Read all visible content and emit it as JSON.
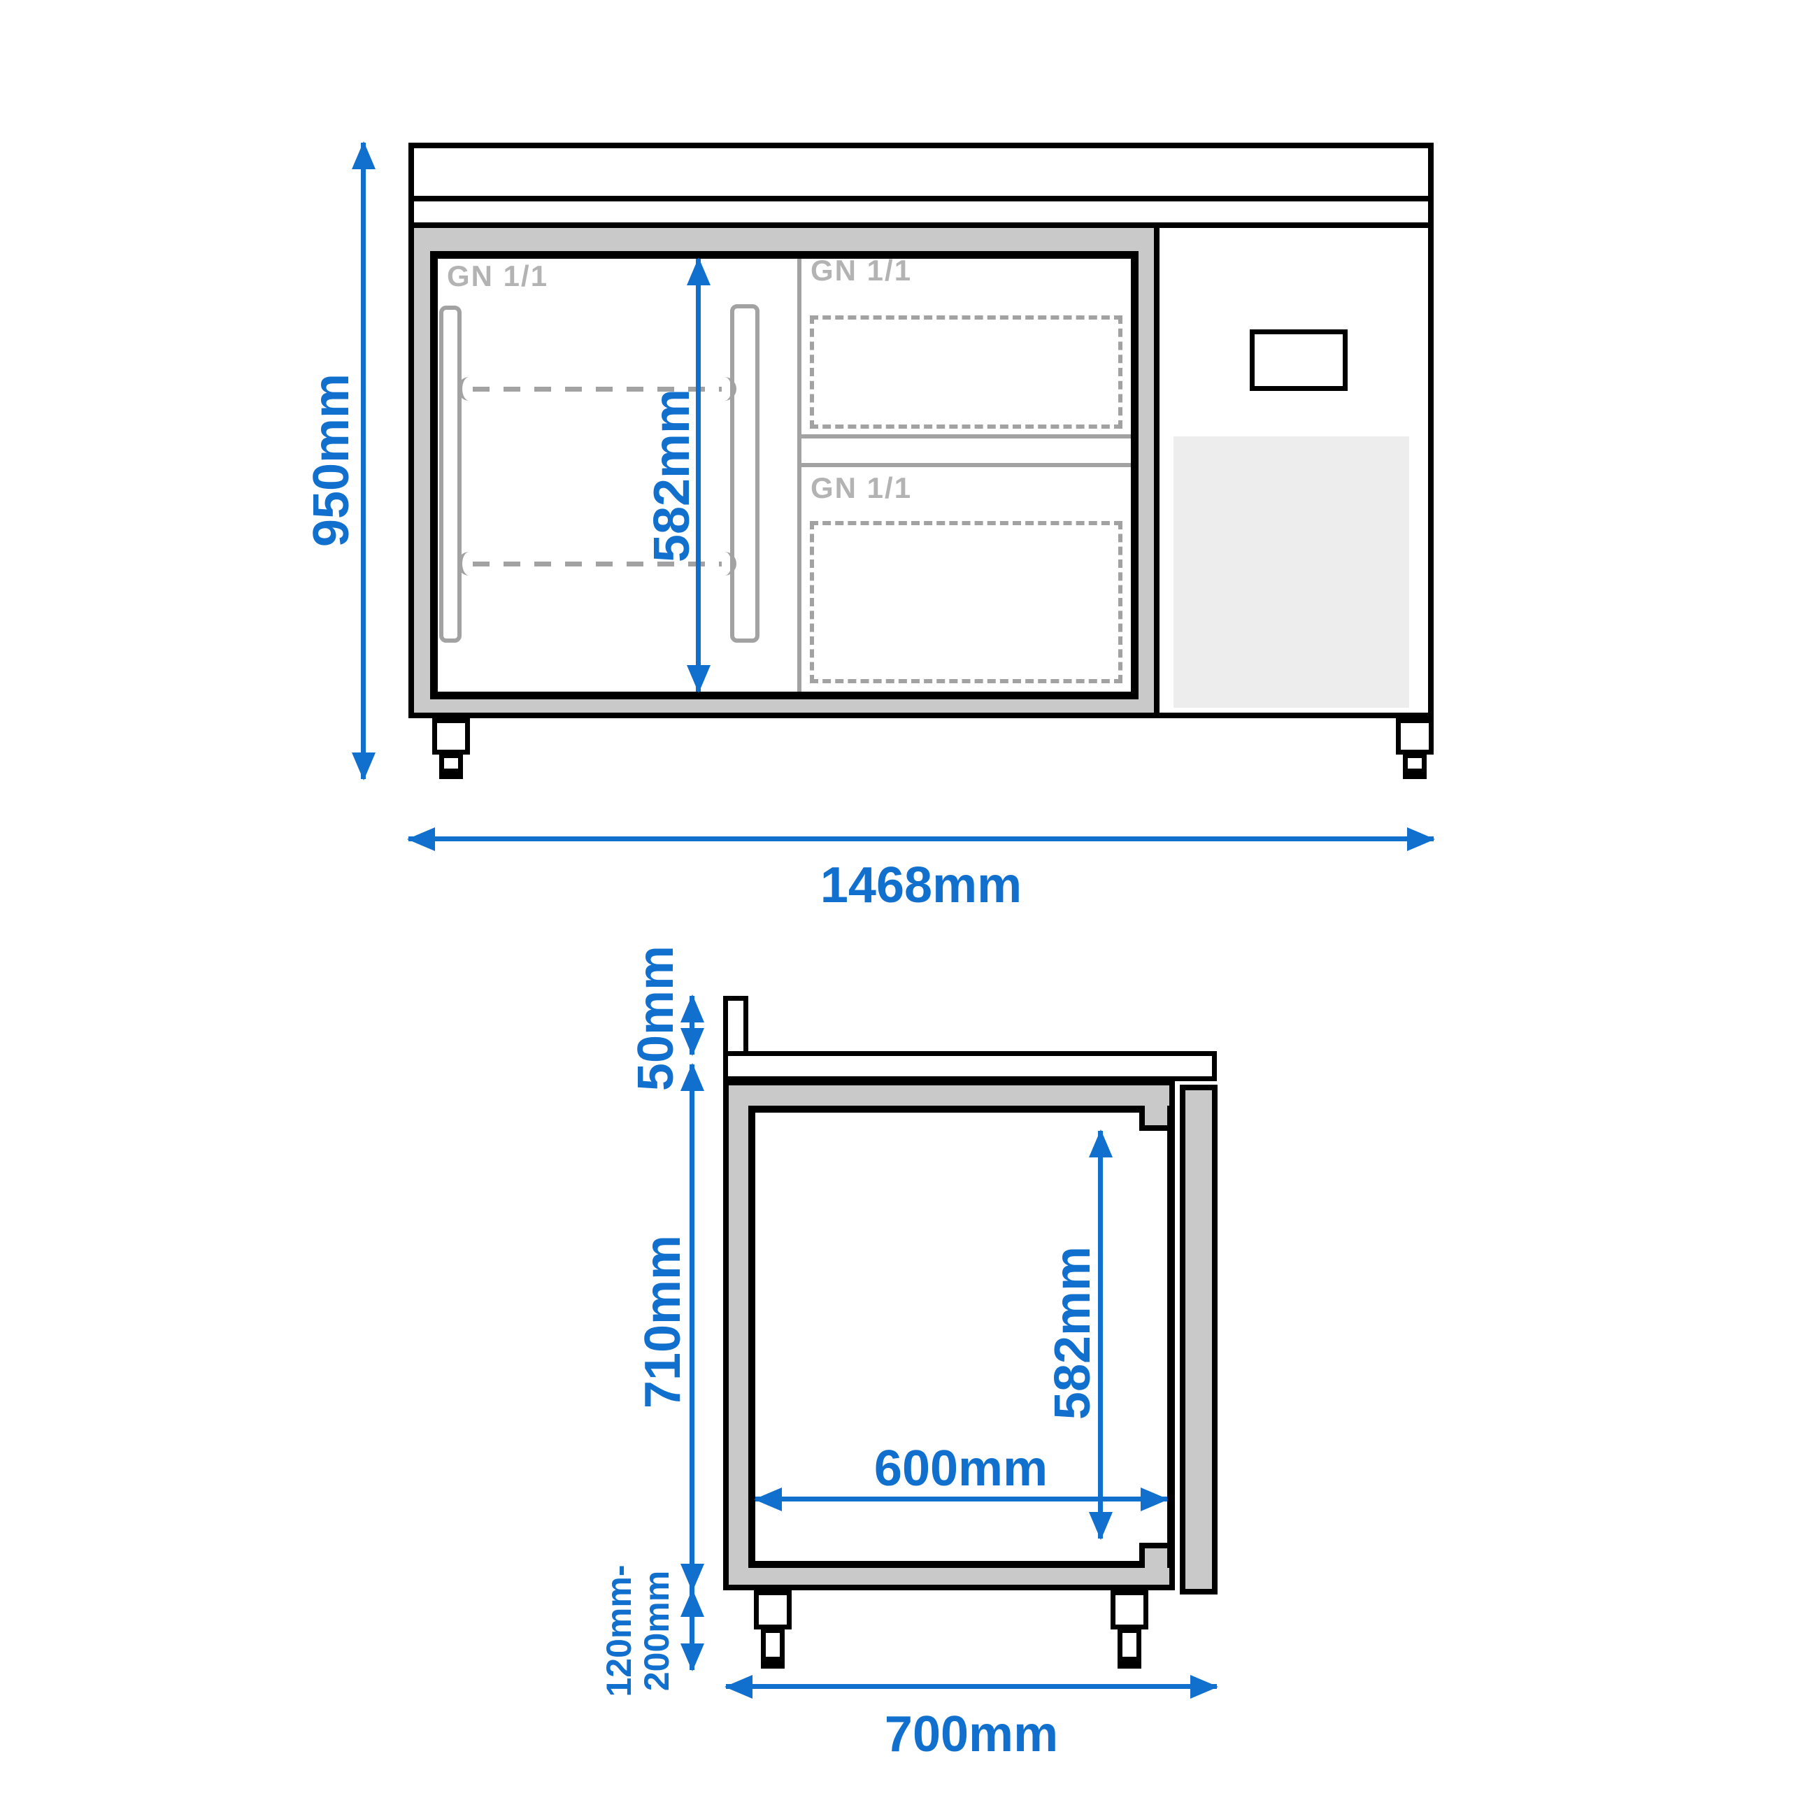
{
  "drawing": {
    "type": "technical-dimension-drawing",
    "subject": "refrigerated counter, front and side elevation"
  },
  "colors": {
    "dimension_blue": "#1170cd",
    "wall_gray": "#c9c9c9",
    "line_gray": "#a2a2a2",
    "label_gray": "#b3b3b3",
    "vent_gray": "#ededed"
  },
  "front_view": {
    "overall_height_label": "950mm",
    "overall_width_label": "1468mm",
    "interior_height_label": "582mm",
    "door_gn_label": "GN 1/1",
    "drawer_top_gn_label": "GN 1/1",
    "drawer_bottom_gn_label": "GN 1/1"
  },
  "side_view": {
    "upstand_height_label": "50mm",
    "body_height_label": "710mm",
    "interior_height_label": "582mm",
    "interior_depth_label": "600mm",
    "feet_height_label_line1": "120mm-",
    "feet_height_label_line2": "200mm",
    "overall_depth_label": "700mm"
  }
}
